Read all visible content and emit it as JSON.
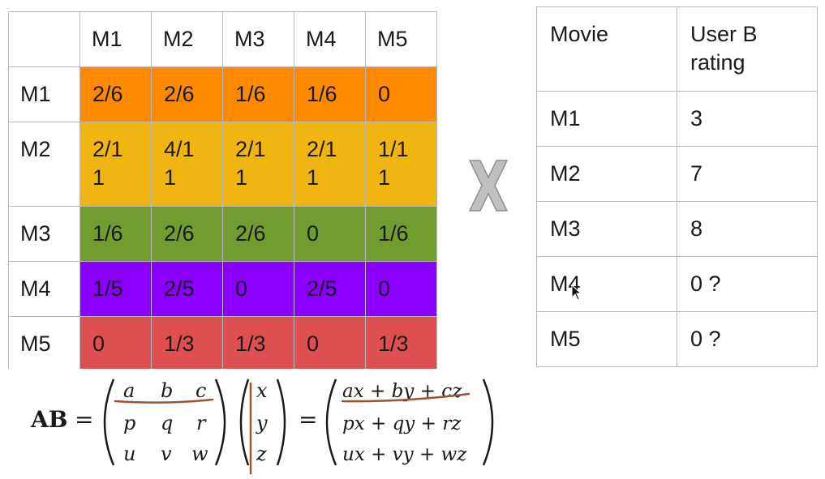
{
  "similarity_matrix": {
    "header": [
      "",
      "M1",
      "M2",
      "M3",
      "M4",
      "M5"
    ],
    "rows": [
      {
        "label": "M1",
        "color": "#ff8a00",
        "cells": [
          "2/6",
          "2/6",
          "1/6",
          "1/6",
          "0"
        ]
      },
      {
        "label": "M2",
        "color": "#f0b511",
        "cells": [
          "2/1\n1",
          "4/1\n1",
          "2/1\n1",
          "2/1\n1",
          "1/1\n1"
        ]
      },
      {
        "label": "M3",
        "color": "#719c30",
        "cells": [
          "1/6",
          "2/6",
          "2/6",
          "0",
          "1/6"
        ]
      },
      {
        "label": "M4",
        "color": "#8a00ff",
        "cells": [
          "1/5",
          "2/5",
          "0",
          "2/5",
          "0"
        ]
      },
      {
        "label": "M5",
        "color": "#de4f51",
        "cells": [
          "0",
          "1/3",
          "1/3",
          "0",
          "1/3"
        ]
      }
    ]
  },
  "operator": {
    "icon": "multiply-icon",
    "color": "#bfbfbf"
  },
  "rating_table": {
    "header": [
      "Movie",
      "User B\nrating"
    ],
    "rows": [
      [
        "M1",
        "3"
      ],
      [
        "M2",
        "7"
      ],
      [
        "M3",
        "8"
      ],
      [
        "M4",
        "0 ?"
      ],
      [
        "M5",
        "0 ?"
      ]
    ]
  },
  "formula": {
    "lhs": "AB",
    "equals": "=",
    "matrix_a": [
      [
        "a",
        "b",
        "c"
      ],
      [
        "p",
        "q",
        "r"
      ],
      [
        "u",
        "v",
        "w"
      ]
    ],
    "vector_b": [
      "x",
      "y",
      "z"
    ],
    "result": [
      "ax + by + cz",
      "px + qy + rz",
      "ux + vy + wz"
    ],
    "annotation_color": "#a0522d"
  },
  "cursor": {
    "icon": "mouse-pointer-icon"
  }
}
